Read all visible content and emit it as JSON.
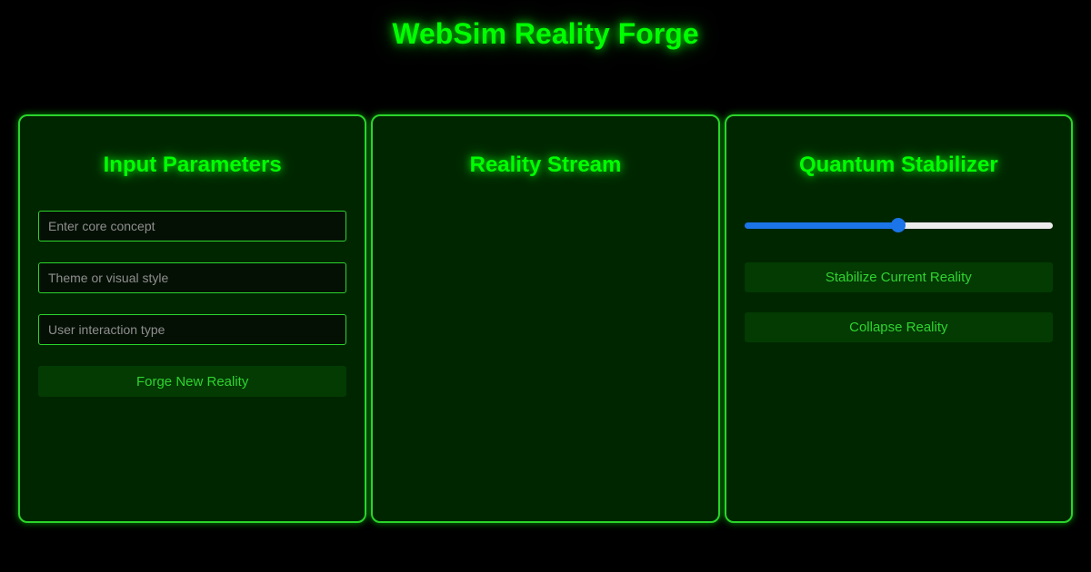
{
  "title": "WebSim Reality Forge",
  "colors": {
    "accent_green": "#00ff00",
    "panel_border": "#2bd42b",
    "panel_bg": "#002600",
    "button_bg": "#033b03",
    "button_text": "#2fd32f",
    "slider_fill": "#1b74e8",
    "slider_track": "#ececec",
    "page_bg": "#000000"
  },
  "panels": {
    "input": {
      "heading": "Input Parameters",
      "fields": [
        {
          "placeholder": "Enter core concept",
          "value": ""
        },
        {
          "placeholder": "Theme or visual style",
          "value": ""
        },
        {
          "placeholder": "User interaction type",
          "value": ""
        }
      ],
      "forge_button_label": "Forge New Reality"
    },
    "stream": {
      "heading": "Reality Stream"
    },
    "stabilizer": {
      "heading": "Quantum Stabilizer",
      "slider": {
        "min": 0,
        "max": 100,
        "value": 50
      },
      "stabilize_button_label": "Stabilize Current Reality",
      "collapse_button_label": "Collapse Reality"
    }
  }
}
